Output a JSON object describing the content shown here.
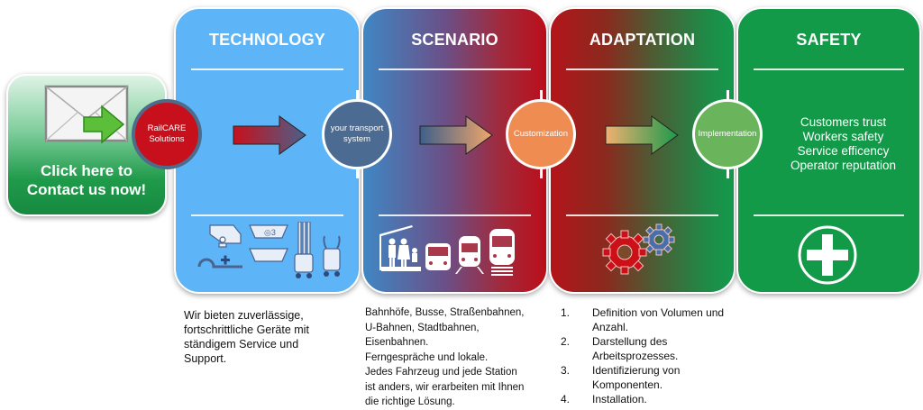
{
  "contact_button": {
    "line1": "Click here to",
    "line2": "Contact us now!",
    "icon": "envelope-arrow-icon"
  },
  "colors": {
    "technology": "#5db5f8",
    "scenario_start": "#3f87c4",
    "scenario_end": "#bb0e1a",
    "adaptation_start": "#b3141a",
    "adaptation_end": "#149a4c",
    "safety": "#129a48",
    "railcare_circle": "#c8101c",
    "transport_circle": "#4b6b92",
    "customization_circle": "#ef8c52",
    "implementation_circle": "#6ab55c"
  },
  "panels": [
    {
      "title": "TECHNOLOGY",
      "icon": "cleaning-equipment-icon"
    },
    {
      "title": "SCENARIO",
      "icon": "transport-vehicles-icon"
    },
    {
      "title": "ADAPTATION",
      "icon": "gears-icon"
    },
    {
      "title": "SAFETY",
      "icon": "first-aid-cross-icon"
    }
  ],
  "circles": {
    "railcare_line1": "RailCARE",
    "railcare_line2": "Solutions",
    "transport_line1": "your transport",
    "transport_line2": "system",
    "customization": "Customization",
    "implementation": "Implementation"
  },
  "safety_list": [
    "Customers trust",
    "Workers safety",
    "Service efficency",
    "Operator reputation"
  ],
  "descriptions": {
    "technology": [
      "Wir bieten zuverlässige,",
      "fortschrittliche Geräte mit",
      "ständigem Service und",
      "Support."
    ],
    "scenario": [
      "Bahnhöfe, Busse, Straßenbahnen,",
      "U-Bahnen, Stadtbahnen,",
      "Eisenbahnen.",
      "Ferngespräche und lokale.",
      "Jedes Fahrzeug und jede Station",
      "ist anders, wir erarbeiten mit Ihnen",
      "die richtige Lösung."
    ],
    "adaptation": [
      {
        "num": "1.",
        "lines": [
          "Definition von Volumen und",
          "Anzahl."
        ]
      },
      {
        "num": "2.",
        "lines": [
          "Darstellung des",
          "Arbeitsprozesses."
        ]
      },
      {
        "num": "3.",
        "lines": [
          "Identifizierung von",
          "Komponenten."
        ]
      },
      {
        "num": "4.",
        "lines": [
          "Installation."
        ]
      }
    ]
  }
}
